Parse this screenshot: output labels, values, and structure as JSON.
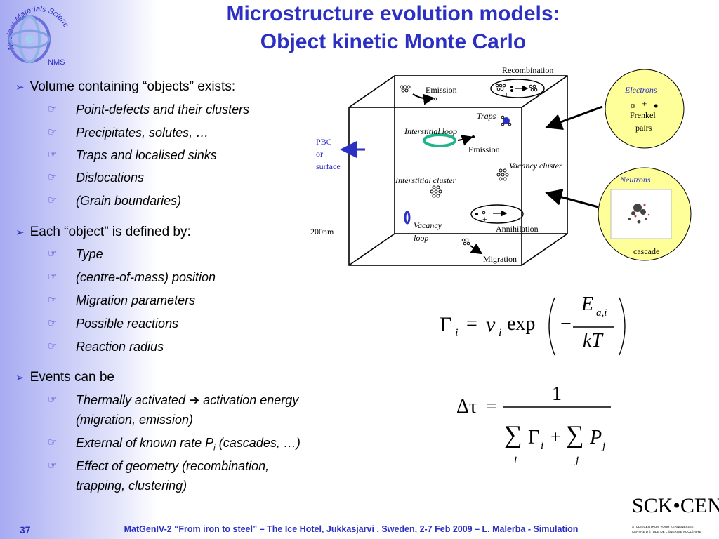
{
  "title": {
    "line1": "Microstructure evolution models:",
    "line2": "Object kinetic Monte Carlo"
  },
  "logo": {
    "ring_text": "Nuclear Materials Science",
    "abbr": "NMS"
  },
  "bullets": [
    {
      "text": "Volume containing “objects” exists:",
      "subs": [
        "Point-defects and their clusters",
        "Precipitates, solutes, …",
        "Traps and localised sinks",
        "Dislocations",
        "(Grain boundaries)"
      ]
    },
    {
      "text": "Each “object” is defined by:",
      "subs": [
        "Type",
        "(centre-of-mass) position",
        "Migration parameters",
        "Possible reactions",
        "Reaction radius"
      ]
    },
    {
      "text": "Events can be",
      "subs": [
        "Thermally activated",
        "activation energy",
        "(migration, emission)",
        "External of known rate P",
        "i",
        "(cascades, …)",
        "Effect of geometry (recombination,",
        "trapping, clustering)"
      ]
    }
  ],
  "diagram": {
    "recombination": "Recombination",
    "emission1": "Emission",
    "traps": "Traps",
    "interstitial_loop": "Interstitial loop",
    "emission2": "Emission",
    "vacancy_cluster": "Vacancy cluster",
    "interstitial_cluster": "Interstitial cluster",
    "vacancy_loop_1": "Vacancy",
    "vacancy_loop_2": "loop",
    "annihilation": "Annihilation",
    "migration": "Migration",
    "pbc_1": "PBC",
    "pbc_2": "or",
    "pbc_3": "surface",
    "scale": "200nm",
    "electrons": "Electrons",
    "frenkel_1": "Frenkel",
    "frenkel_2": "pairs",
    "neutrons": "Neutrons",
    "cascade": "cascade",
    "plus": "+"
  },
  "equations": {
    "gamma": "Γ",
    "sub_i": "i",
    "eq": "=",
    "nu": "ν",
    "exp": "exp",
    "minus": "−",
    "E": "E",
    "sub_ai": "a,i",
    "kT": "kT",
    "delta_tau": "Δτ",
    "one": "1",
    "sum": "∑",
    "plus": "+",
    "P": "P",
    "j": "j"
  },
  "footer": {
    "page": "37",
    "text": "MatGenIV-2 “From iron to steel” – The Ice Hotel, Jukkasjärvi , Sweden, 2-7 Feb 2009 – L. Malerba - Simulation"
  },
  "sck_logo": {
    "name": "SCK•CEN",
    "line1": "STUDIECENTRUM VOOR KERNENERGIE",
    "line2": "CENTRE D'ÉTUDE DE L'ÉNERGIE NUCLÉAIRE"
  },
  "colors": {
    "accent": "#2b2fc2",
    "loop_green": "#1fb38e",
    "vacancy_blue": "#2b2fc2",
    "yellow_circle": "#ffff99"
  }
}
